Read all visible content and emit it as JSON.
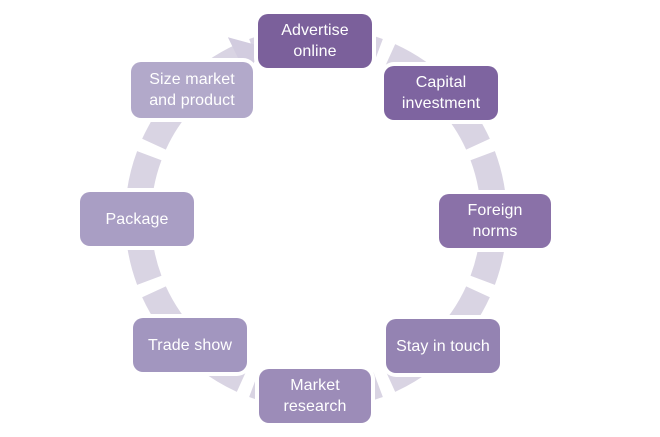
{
  "diagram": {
    "type": "cycle",
    "background": "#ffffff",
    "text_color": "#ffffff",
    "ring": {
      "color": "#d9d4e3",
      "arrow_color": "#d2ccdf",
      "direction": "clockwise"
    },
    "steps": [
      {
        "label": "Advertise\nonline",
        "color": "#7b609b"
      },
      {
        "label": "Capital\ninvestment",
        "color": "#7e64a0"
      },
      {
        "label": "Foreign\nnorms",
        "color": "#8a71a8"
      },
      {
        "label": "Stay in touch",
        "color": "#9483b2"
      },
      {
        "label": "Market\nresearch",
        "color": "#9c8cb8"
      },
      {
        "label": "Trade show",
        "color": "#a296bf"
      },
      {
        "label": "Package",
        "color": "#a99ec4"
      },
      {
        "label": "Size market\nand product",
        "color": "#b2a9ca"
      }
    ]
  }
}
